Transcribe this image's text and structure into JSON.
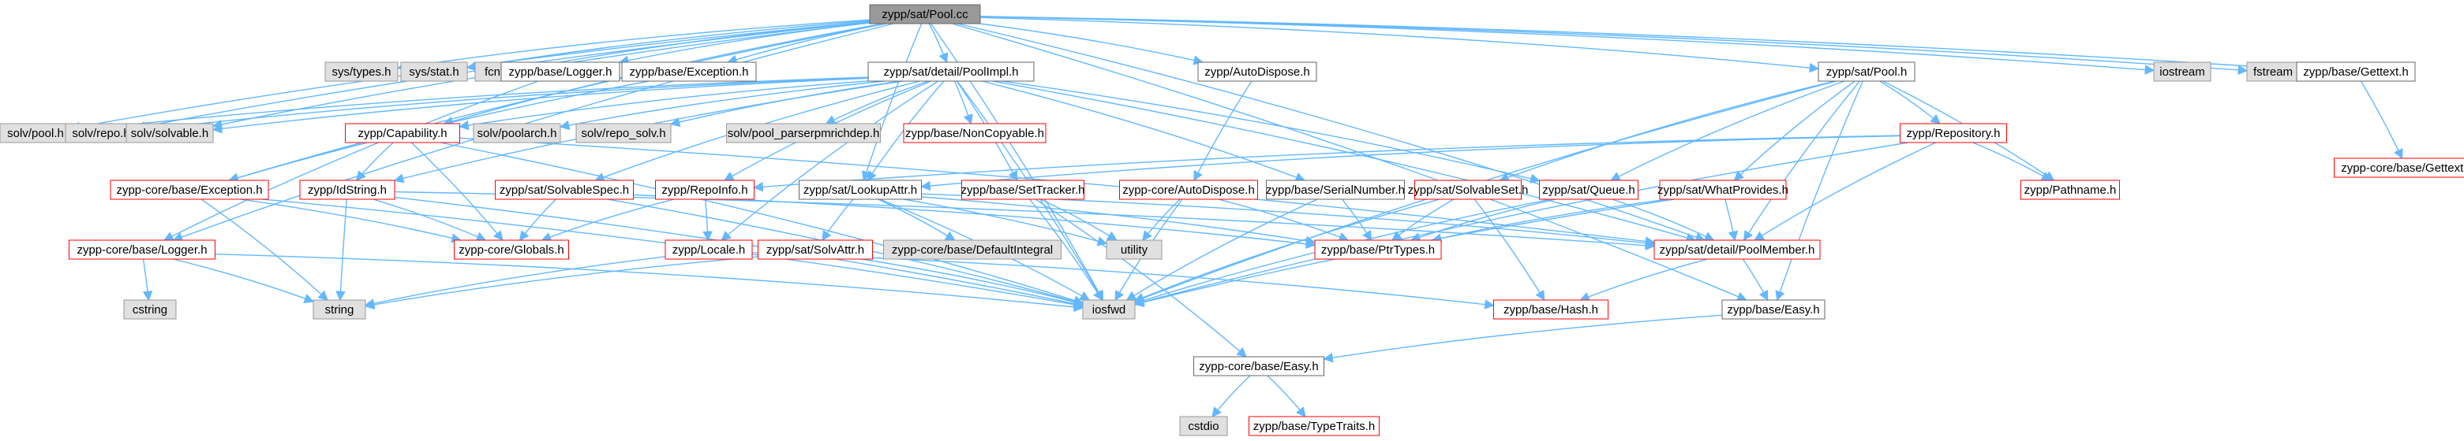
{
  "colors": {
    "root_fill": "#999999",
    "root_border": "#666666",
    "system_fill": "#e0e0e0",
    "system_border": "#999999",
    "documented_fill": "#ffffff",
    "documented_border": "#666666",
    "truncated_border": "#ff0000",
    "edge": "#63b8ff"
  },
  "nodes": [
    {
      "id": "root",
      "label": "zypp/sat/Pool.cc",
      "kind": "root"
    },
    {
      "id": "systypes",
      "label": "sys/types.h",
      "kind": "system"
    },
    {
      "id": "sysstat",
      "label": "sys/stat.h",
      "kind": "system"
    },
    {
      "id": "fcntl",
      "label": "fcntl.h",
      "kind": "system"
    },
    {
      "id": "baselogger",
      "label": "zypp/base/Logger.h",
      "kind": "documented"
    },
    {
      "id": "baseexception",
      "label": "zypp/base/Exception.h",
      "kind": "documented"
    },
    {
      "id": "poolimpl",
      "label": "zypp/sat/detail/PoolImpl.h",
      "kind": "documented"
    },
    {
      "id": "autodispose",
      "label": "zypp/AutoDispose.h",
      "kind": "documented"
    },
    {
      "id": "satpool",
      "label": "zypp/sat/Pool.h",
      "kind": "documented"
    },
    {
      "id": "iostream",
      "label": "iostream",
      "kind": "system"
    },
    {
      "id": "fstream",
      "label": "fstream",
      "kind": "system"
    },
    {
      "id": "gettext",
      "label": "zypp/base/Gettext.h",
      "kind": "documented"
    },
    {
      "id": "coregettext",
      "label": "zypp-core/base/Gettext.h",
      "kind": "truncated"
    },
    {
      "id": "solvpool",
      "label": "solv/pool.h",
      "kind": "system"
    },
    {
      "id": "solvrepo",
      "label": "solv/repo.h",
      "kind": "system"
    },
    {
      "id": "solvsolvable",
      "label": "solv/solvable.h",
      "kind": "system"
    },
    {
      "id": "capability",
      "label": "zypp/Capability.h",
      "kind": "truncated"
    },
    {
      "id": "poolarch",
      "label": "solv/poolarch.h",
      "kind": "system"
    },
    {
      "id": "reposolv",
      "label": "solv/repo_solv.h",
      "kind": "system"
    },
    {
      "id": "parserpm",
      "label": "solv/pool_parserpmrichdep.h",
      "kind": "system"
    },
    {
      "id": "noncopyable",
      "label": "zypp/base/NonCopyable.h",
      "kind": "truncated"
    },
    {
      "id": "repository",
      "label": "zypp/Repository.h",
      "kind": "truncated"
    },
    {
      "id": "coreexception",
      "label": "zypp-core/base/Exception.h",
      "kind": "truncated"
    },
    {
      "id": "idstring",
      "label": "zypp/IdString.h",
      "kind": "truncated"
    },
    {
      "id": "solvablespec",
      "label": "zypp/sat/SolvableSpec.h",
      "kind": "truncated"
    },
    {
      "id": "repoinfo",
      "label": "zypp/RepoInfo.h",
      "kind": "truncated"
    },
    {
      "id": "lookupattr",
      "label": "zypp/sat/LookupAttr.h",
      "kind": "documented"
    },
    {
      "id": "settracker",
      "label": "zypp/base/SetTracker.h",
      "kind": "truncated"
    },
    {
      "id": "coreautodispose",
      "label": "zypp-core/AutoDispose.h",
      "kind": "truncated"
    },
    {
      "id": "serialnumber",
      "label": "zypp/base/SerialNumber.h",
      "kind": "documented"
    },
    {
      "id": "solvableset",
      "label": "zypp/sat/SolvableSet.h",
      "kind": "truncated"
    },
    {
      "id": "queue",
      "label": "zypp/sat/Queue.h",
      "kind": "truncated"
    },
    {
      "id": "whatprovides",
      "label": "zypp/sat/WhatProvides.h",
      "kind": "truncated"
    },
    {
      "id": "pathname",
      "label": "zypp/Pathname.h",
      "kind": "truncated"
    },
    {
      "id": "corelogger",
      "label": "zypp-core/base/Logger.h",
      "kind": "truncated"
    },
    {
      "id": "globals",
      "label": "zypp-core/Globals.h",
      "kind": "truncated"
    },
    {
      "id": "locale",
      "label": "zypp/Locale.h",
      "kind": "truncated"
    },
    {
      "id": "solvattr",
      "label": "zypp/sat/SolvAttr.h",
      "kind": "truncated"
    },
    {
      "id": "defaultintegral",
      "label": "zypp-core/base/DefaultIntegral",
      "kind": "system"
    },
    {
      "id": "utility",
      "label": "utility",
      "kind": "system"
    },
    {
      "id": "ptrtypes",
      "label": "zypp/base/PtrTypes.h",
      "kind": "truncated"
    },
    {
      "id": "poolmember",
      "label": "zypp/sat/detail/PoolMember.h",
      "kind": "truncated"
    },
    {
      "id": "cstring",
      "label": "cstring",
      "kind": "system"
    },
    {
      "id": "string",
      "label": "string",
      "kind": "system"
    },
    {
      "id": "iosfwd",
      "label": "iosfwd",
      "kind": "system"
    },
    {
      "id": "hash",
      "label": "zypp/base/Hash.h",
      "kind": "truncated"
    },
    {
      "id": "baseeasy",
      "label": "zypp/base/Easy.h",
      "kind": "documented"
    },
    {
      "id": "coreeasy",
      "label": "zypp-core/base/Easy.h",
      "kind": "documented"
    },
    {
      "id": "cstdio",
      "label": "cstdio",
      "kind": "system"
    },
    {
      "id": "typetraits",
      "label": "zypp/base/TypeTraits.h",
      "kind": "truncated"
    }
  ],
  "edges": [
    [
      "root",
      "systypes"
    ],
    [
      "root",
      "sysstat"
    ],
    [
      "root",
      "fcntl"
    ],
    [
      "root",
      "baselogger"
    ],
    [
      "root",
      "baseexception"
    ],
    [
      "root",
      "poolimpl"
    ],
    [
      "root",
      "autodispose"
    ],
    [
      "root",
      "satpool"
    ],
    [
      "root",
      "iostream"
    ],
    [
      "root",
      "fstream"
    ],
    [
      "root",
      "gettext"
    ],
    [
      "root",
      "solvpool"
    ],
    [
      "root",
      "solvrepo"
    ],
    [
      "root",
      "solvsolvable"
    ],
    [
      "root",
      "capability"
    ],
    [
      "root",
      "coreexception"
    ],
    [
      "root",
      "corelogger"
    ],
    [
      "root",
      "lookupattr"
    ],
    [
      "root",
      "baseeasy"
    ],
    [
      "root",
      "poolmember"
    ],
    [
      "root",
      "iosfwd"
    ],
    [
      "gettext",
      "coregettext"
    ],
    [
      "baselogger",
      "corelogger"
    ],
    [
      "baseexception",
      "coreexception"
    ],
    [
      "poolimpl",
      "solvpool"
    ],
    [
      "poolimpl",
      "solvrepo"
    ],
    [
      "poolimpl",
      "solvsolvable"
    ],
    [
      "poolimpl",
      "poolarch"
    ],
    [
      "poolimpl",
      "reposolv"
    ],
    [
      "poolimpl",
      "parserpm"
    ],
    [
      "poolimpl",
      "noncopyable"
    ],
    [
      "poolimpl",
      "capability"
    ],
    [
      "poolimpl",
      "idstring"
    ],
    [
      "poolimpl",
      "solvablespec"
    ],
    [
      "poolimpl",
      "repoinfo"
    ],
    [
      "poolimpl",
      "lookupattr"
    ],
    [
      "poolimpl",
      "settracker"
    ],
    [
      "poolimpl",
      "serialnumber"
    ],
    [
      "poolimpl",
      "queue"
    ],
    [
      "poolimpl",
      "locale"
    ],
    [
      "poolimpl",
      "poolmember"
    ],
    [
      "poolimpl",
      "iosfwd"
    ],
    [
      "autodispose",
      "coreautodispose"
    ],
    [
      "satpool",
      "repository"
    ],
    [
      "satpool",
      "solvableset"
    ],
    [
      "satpool",
      "queue"
    ],
    [
      "satpool",
      "whatprovides"
    ],
    [
      "satpool",
      "pathname"
    ],
    [
      "satpool",
      "poolmember"
    ],
    [
      "satpool",
      "iosfwd"
    ],
    [
      "satpool",
      "baseeasy"
    ],
    [
      "capability",
      "idstring"
    ],
    [
      "capability",
      "globals"
    ],
    [
      "capability",
      "iosfwd"
    ],
    [
      "capability",
      "poolmember"
    ],
    [
      "repository",
      "repoinfo"
    ],
    [
      "repository",
      "lookupattr"
    ],
    [
      "repository",
      "pathname"
    ],
    [
      "repository",
      "poolmember"
    ],
    [
      "repository",
      "iosfwd"
    ],
    [
      "coreexception",
      "string"
    ],
    [
      "coreexception",
      "iosfwd"
    ],
    [
      "coreexception",
      "globals"
    ],
    [
      "idstring",
      "string"
    ],
    [
      "idstring",
      "iosfwd"
    ],
    [
      "idstring",
      "globals"
    ],
    [
      "idstring",
      "poolmember"
    ],
    [
      "solvablespec",
      "globals"
    ],
    [
      "solvablespec",
      "iosfwd"
    ],
    [
      "solvablespec",
      "ptrtypes"
    ],
    [
      "repoinfo",
      "locale"
    ],
    [
      "repoinfo",
      "globals"
    ],
    [
      "lookupattr",
      "solvattr"
    ],
    [
      "lookupattr",
      "defaultintegral"
    ],
    [
      "lookupattr",
      "utility"
    ],
    [
      "lookupattr",
      "iosfwd"
    ],
    [
      "lookupattr",
      "poolmember"
    ],
    [
      "lookupattr",
      "ptrtypes"
    ],
    [
      "settracker",
      "utility"
    ],
    [
      "settracker",
      "iosfwd"
    ],
    [
      "settracker",
      "coreeasy"
    ],
    [
      "coreautodispose",
      "utility"
    ],
    [
      "coreautodispose",
      "iosfwd"
    ],
    [
      "coreautodispose",
      "ptrtypes"
    ],
    [
      "serialnumber",
      "iosfwd"
    ],
    [
      "serialnumber",
      "ptrtypes"
    ],
    [
      "solvableset",
      "ptrtypes"
    ],
    [
      "solvableset",
      "hash"
    ],
    [
      "solvableset",
      "iosfwd"
    ],
    [
      "queue",
      "ptrtypes"
    ],
    [
      "queue",
      "poolmember"
    ],
    [
      "queue",
      "iosfwd"
    ],
    [
      "whatprovides",
      "ptrtypes"
    ],
    [
      "whatprovides",
      "poolmember"
    ],
    [
      "whatprovides",
      "iosfwd"
    ],
    [
      "corelogger",
      "cstring"
    ],
    [
      "corelogger",
      "string"
    ],
    [
      "corelogger",
      "iosfwd"
    ],
    [
      "locale",
      "string"
    ],
    [
      "locale",
      "hash"
    ],
    [
      "solvattr",
      "string"
    ],
    [
      "solvattr",
      "iosfwd"
    ],
    [
      "poolmember",
      "hash"
    ],
    [
      "poolmember",
      "baseeasy"
    ],
    [
      "baseeasy",
      "coreeasy"
    ],
    [
      "coreeasy",
      "cstdio"
    ],
    [
      "coreeasy",
      "typetraits"
    ]
  ]
}
